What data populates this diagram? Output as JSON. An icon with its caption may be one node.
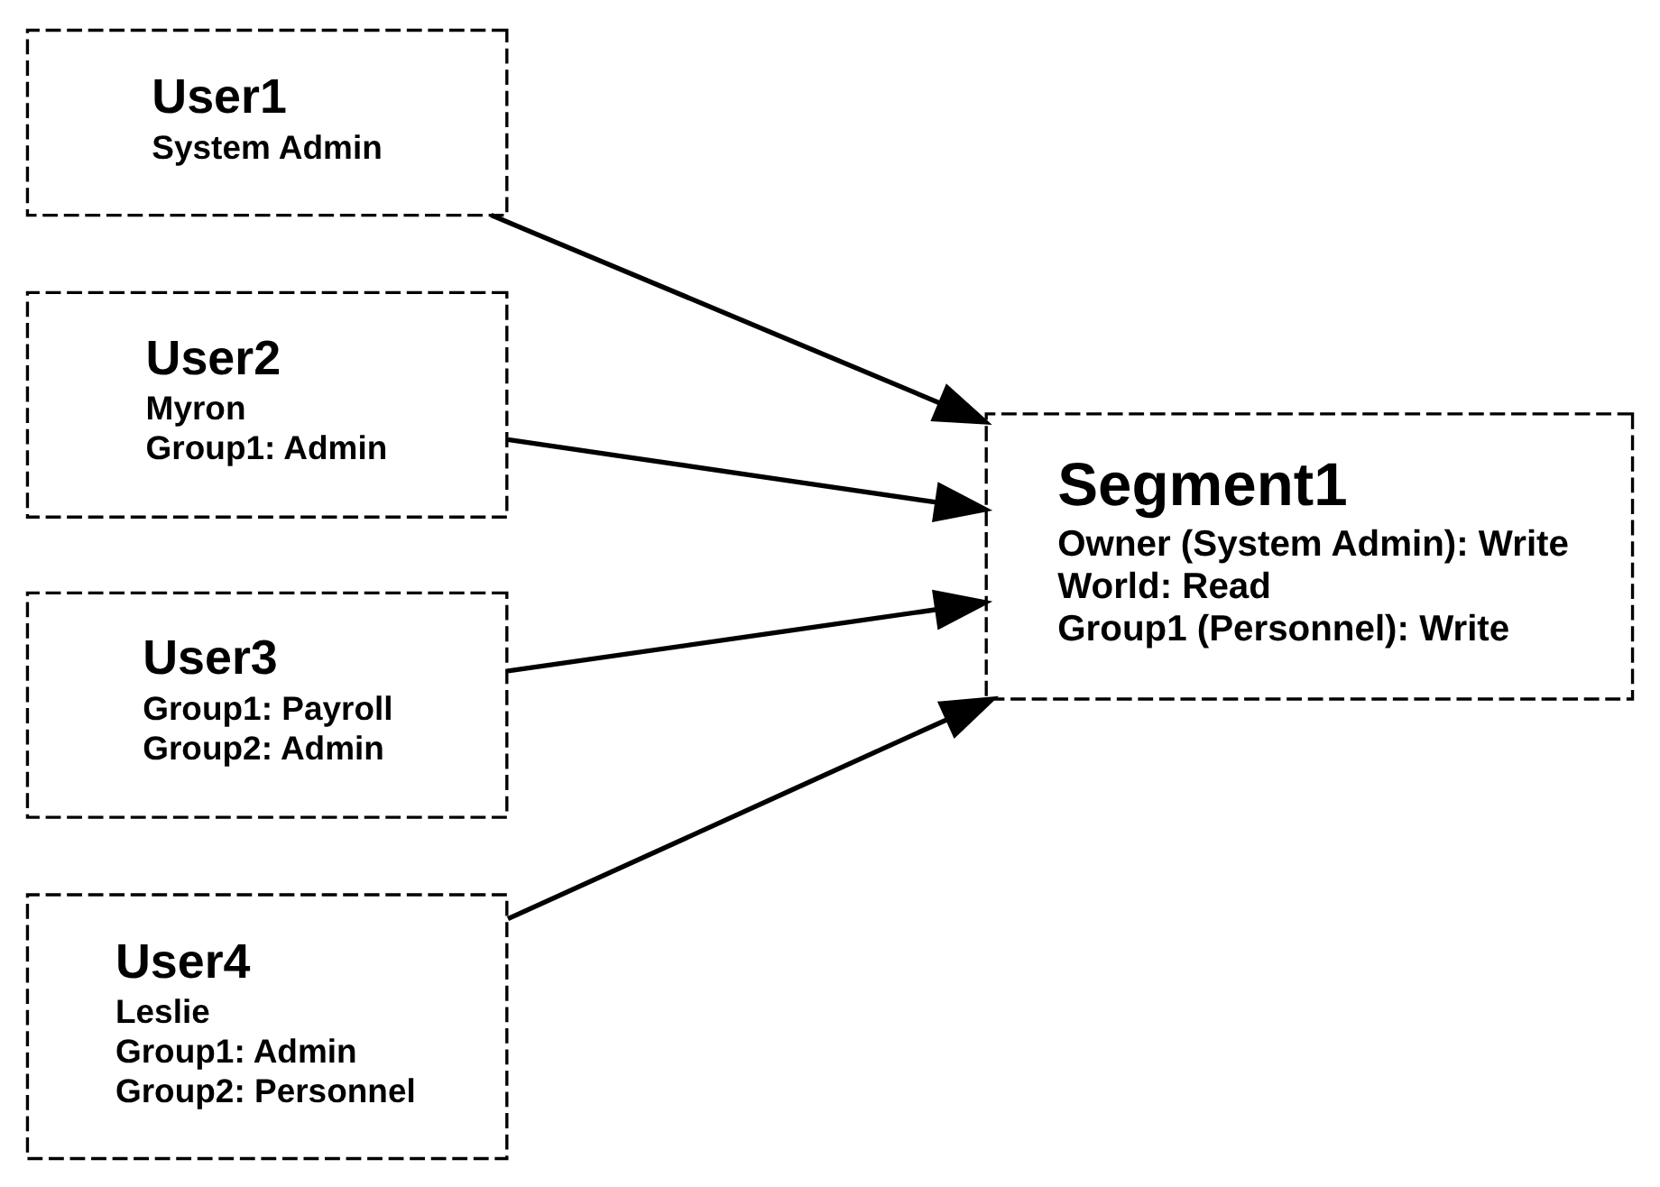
{
  "diagram": {
    "nodes": [
      {
        "text": [
          "User1",
          "System Admin"
        ]
      },
      {
        "text": [
          "User2",
          "Myron",
          "Group1: Admin"
        ]
      },
      {
        "text": [
          "User3",
          "Group1: Payroll",
          "Group2: Admin"
        ]
      },
      {
        "text": [
          "User4",
          "Leslie",
          "Group1: Admin",
          "Group2: Personnel"
        ]
      },
      {
        "text": [
          "Segment1",
          "Owner (System Admin): Write",
          "World: Read",
          "Group1 (Personnel): Write"
        ]
      }
    ],
    "edges": [
      {
        "from": 0,
        "to": 4,
        "arrow": "to"
      },
      {
        "from": 1,
        "to": 4,
        "arrow": "to"
      },
      {
        "from": 2,
        "to": 4,
        "arrow": "to"
      },
      {
        "from": 3,
        "to": 4,
        "arrow": "to"
      }
    ]
  }
}
